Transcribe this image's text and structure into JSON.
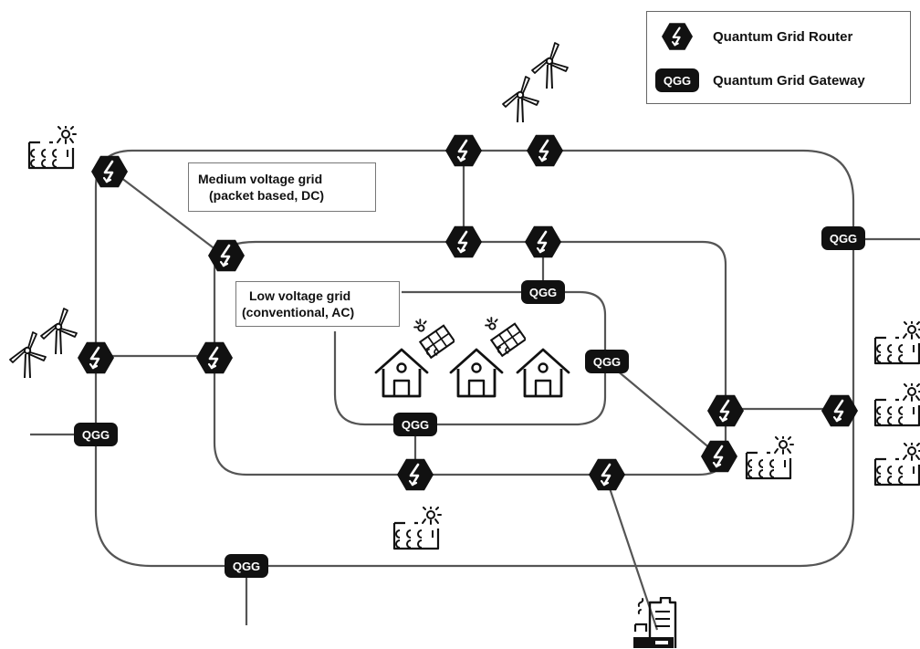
{
  "legend": {
    "router_label": "Quantum Grid Router",
    "gateway_label": "Quantum Grid Gateway",
    "gateway_badge": "QGG"
  },
  "labels": {
    "medium_line1": "Medium voltage grid",
    "medium_line2": "(packet based, DC)",
    "low_line1": "Low voltage grid",
    "low_line2": "(conventional, AC)"
  },
  "gateway_text": "QGG",
  "colors": {
    "line": "#555555",
    "node": "#111111",
    "node_text": "#ffffff",
    "icon": "#111111"
  }
}
